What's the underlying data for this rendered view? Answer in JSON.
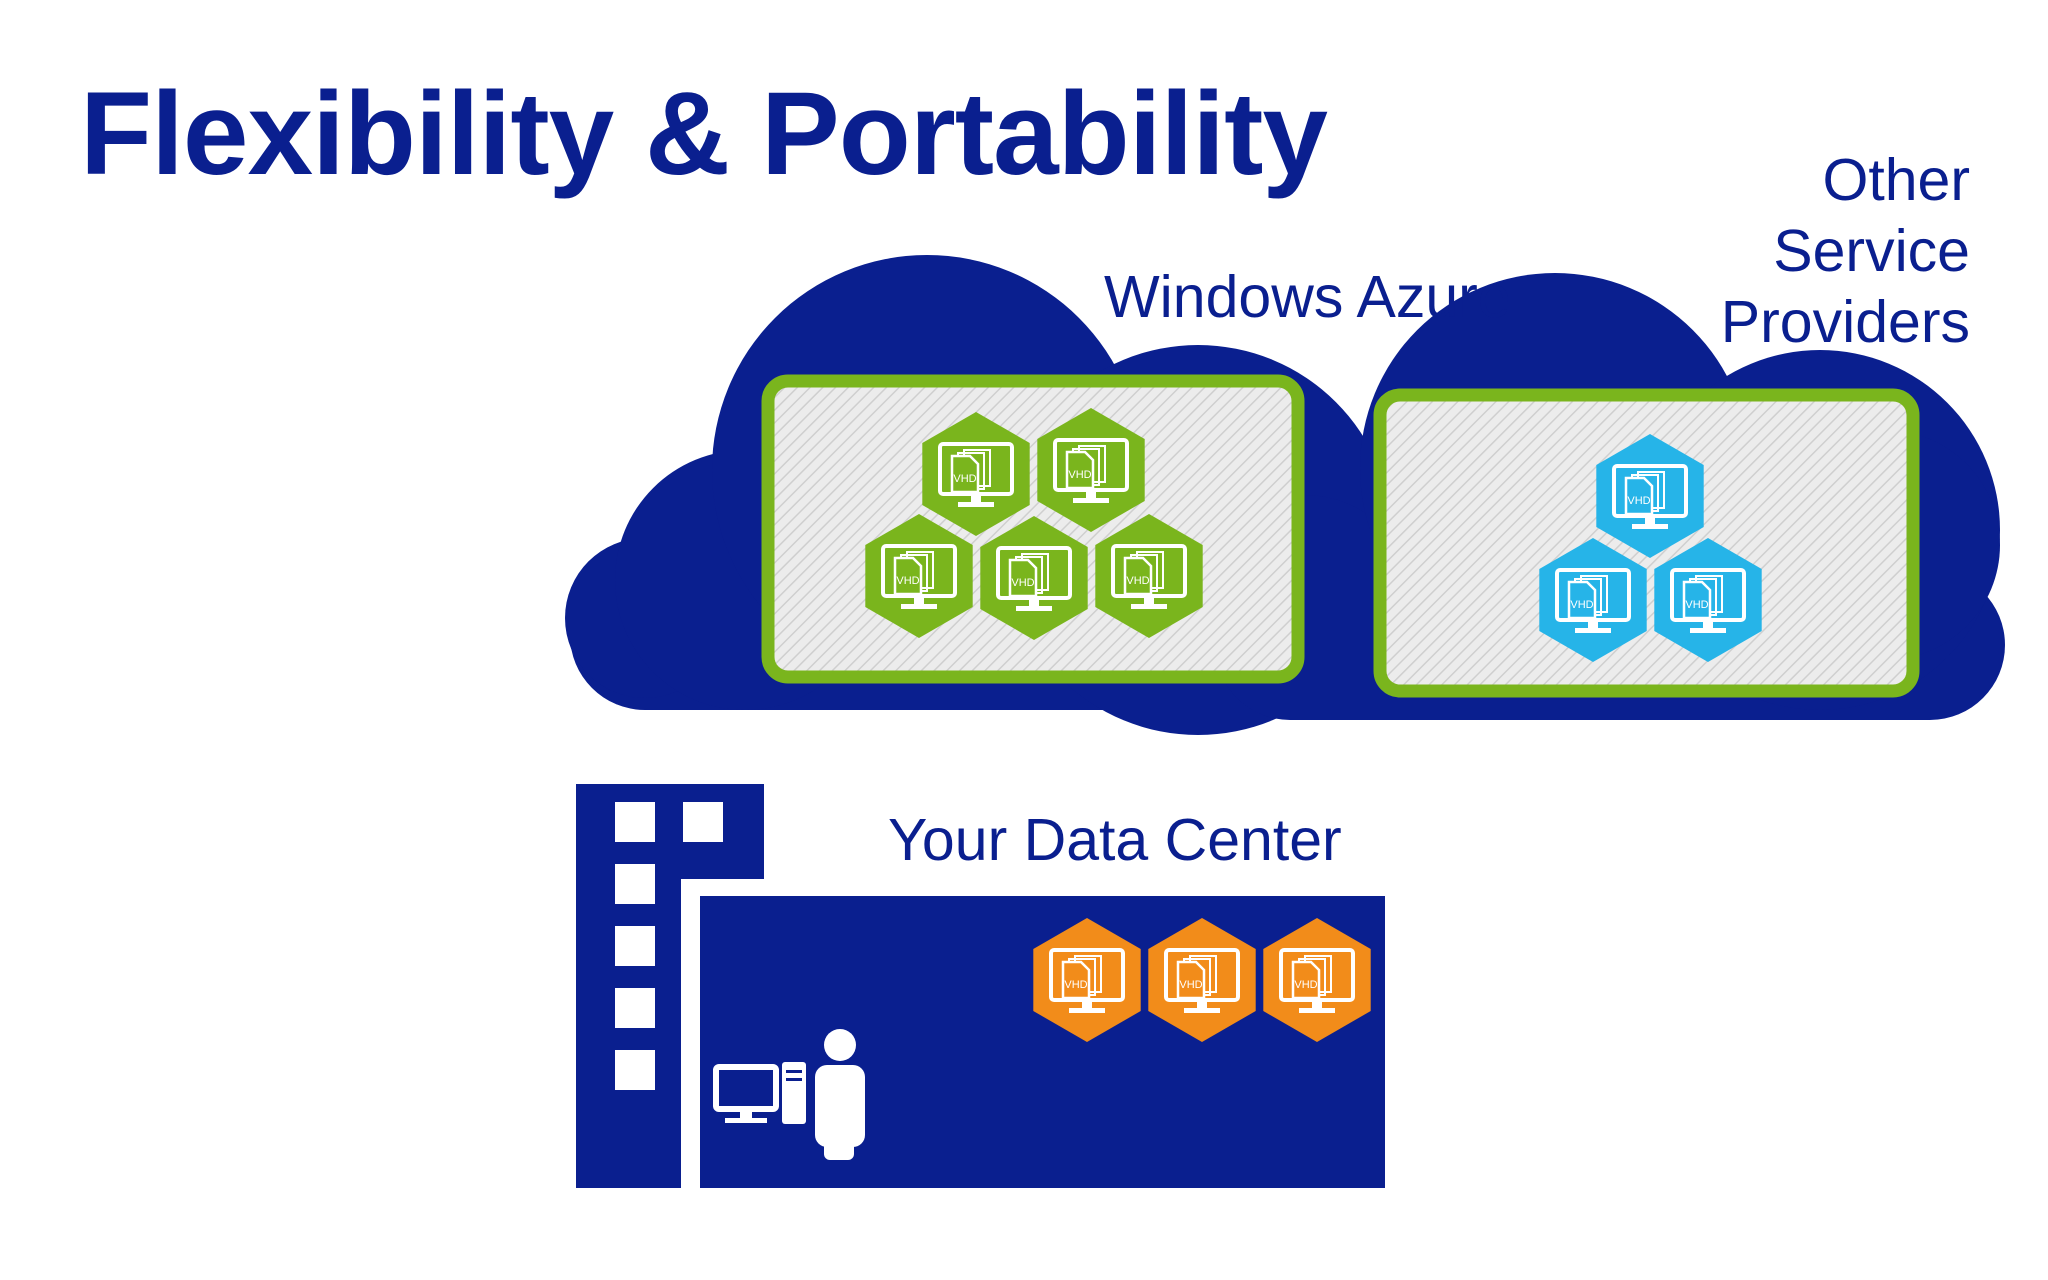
{
  "title": "Flexibility & Portability",
  "clouds": {
    "azure": {
      "label": "Windows Azure",
      "vm_count": 5,
      "vm_color": "#7ab51d"
    },
    "other": {
      "label_lines": [
        "Other",
        "Service",
        "Providers"
      ],
      "vm_count": 3,
      "vm_color": "#26b4e8"
    }
  },
  "datacenter": {
    "label": "Your Data Center",
    "vm_count": 3,
    "vm_color": "#f28c1a"
  },
  "vm_badge_text": "VHD",
  "colors": {
    "navy": "#0a1f8f",
    "panel_border": "#7ab51d",
    "panel_fill": "#e8e8e8"
  }
}
